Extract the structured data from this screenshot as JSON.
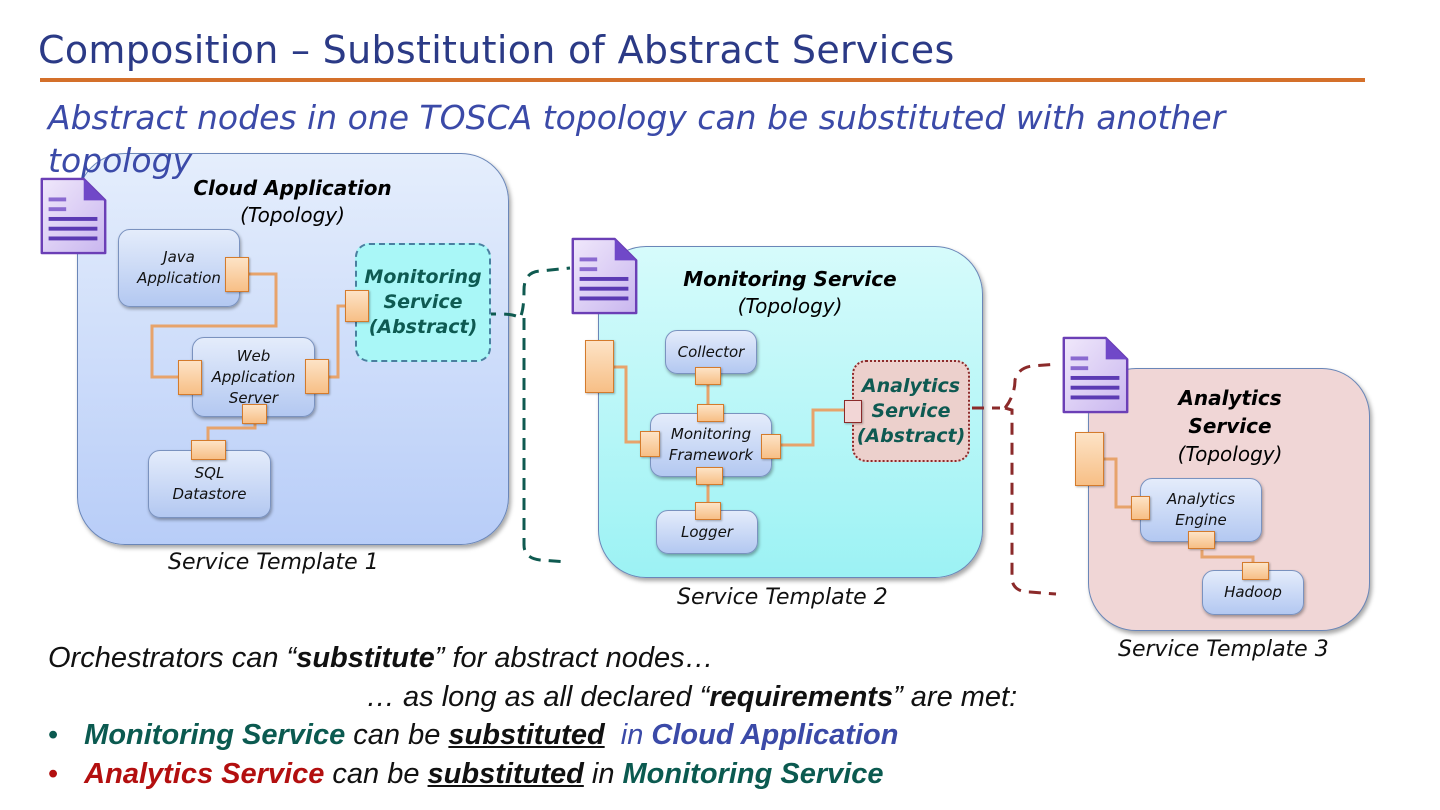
{
  "slide": {
    "title": "Composition – Substitution of Abstract Services",
    "subtitle": "Abstract nodes in one TOSCA topology can be substituted with another topology",
    "accent_colors": {
      "title": "#2b3a86",
      "rule": "#d4702a",
      "subtitle": "#3b4aa8",
      "monitoring": "#0b5a50",
      "cloud": "#3b4aa8",
      "analytics": "#b30f0f"
    }
  },
  "templates": [
    {
      "caption": "Service Template 1",
      "title": "Cloud Application",
      "subtitle": "(Topology)",
      "icon": "document-icon",
      "nodes": [
        "Java Application",
        "Web Application Server",
        "SQL Datastore"
      ],
      "abstract_node": "Monitoring Service (Abstract)"
    },
    {
      "caption": "Service Template 2",
      "title": "Monitoring Service",
      "subtitle": "(Topology)",
      "icon": "document-icon",
      "nodes": [
        "Collector",
        "Monitoring Framework",
        "Logger"
      ],
      "abstract_node": "Analytics Service (Abstract)"
    },
    {
      "caption": "Service Template 3",
      "title": "Analytics Service",
      "subtitle": "(Topology)",
      "icon": "document-icon",
      "nodes": [
        "Analytics Engine",
        "Hadoop"
      ]
    }
  ],
  "labels": {
    "t1_title": "Cloud Application",
    "t1_sub": "(Topology)",
    "t1_cap": "Service Template 1",
    "java_1": "Java",
    "java_2": "Application",
    "was_1": "Web",
    "was_2": "Application",
    "was_3": "Server",
    "sql_1": "SQL",
    "sql_2": "Datastore",
    "absmon_1": "Monitoring",
    "absmon_2": "Service",
    "absmon_3": "(Abstract)",
    "t2_title": "Monitoring Service",
    "t2_sub": "(Topology)",
    "t2_cap": "Service Template 2",
    "collector": "Collector",
    "mf_1": "Monitoring",
    "mf_2": "Framework",
    "logger": "Logger",
    "absana_1": "Analytics",
    "absana_2": "Service",
    "absana_3": "(Abstract)",
    "t3_title_1": "Analytics",
    "t3_title_2": "Service",
    "t3_sub": "(Topology)",
    "t3_cap": "Service Template 3",
    "ae_1": "Analytics",
    "ae_2": "Engine",
    "hadoop": "Hadoop"
  },
  "body": {
    "line1_a": "Orchestrators can “",
    "line1_b": "substitute",
    "line1_c": "” for abstract nodes…",
    "line2_a": "… as long as all declared “",
    "line2_b": "requirements",
    "line2_c": "” are met:",
    "bullets": [
      {
        "marker": "•",
        "subject": "Monitoring Service",
        "mid": " can be ",
        "verb": "substituted",
        "prep": "  in ",
        "target": "Cloud Application"
      },
      {
        "marker": "•",
        "subject": "Analytics Service",
        "mid": " can be ",
        "verb": "substituted",
        "prep": " in ",
        "target": "Monitoring Service"
      }
    ]
  }
}
